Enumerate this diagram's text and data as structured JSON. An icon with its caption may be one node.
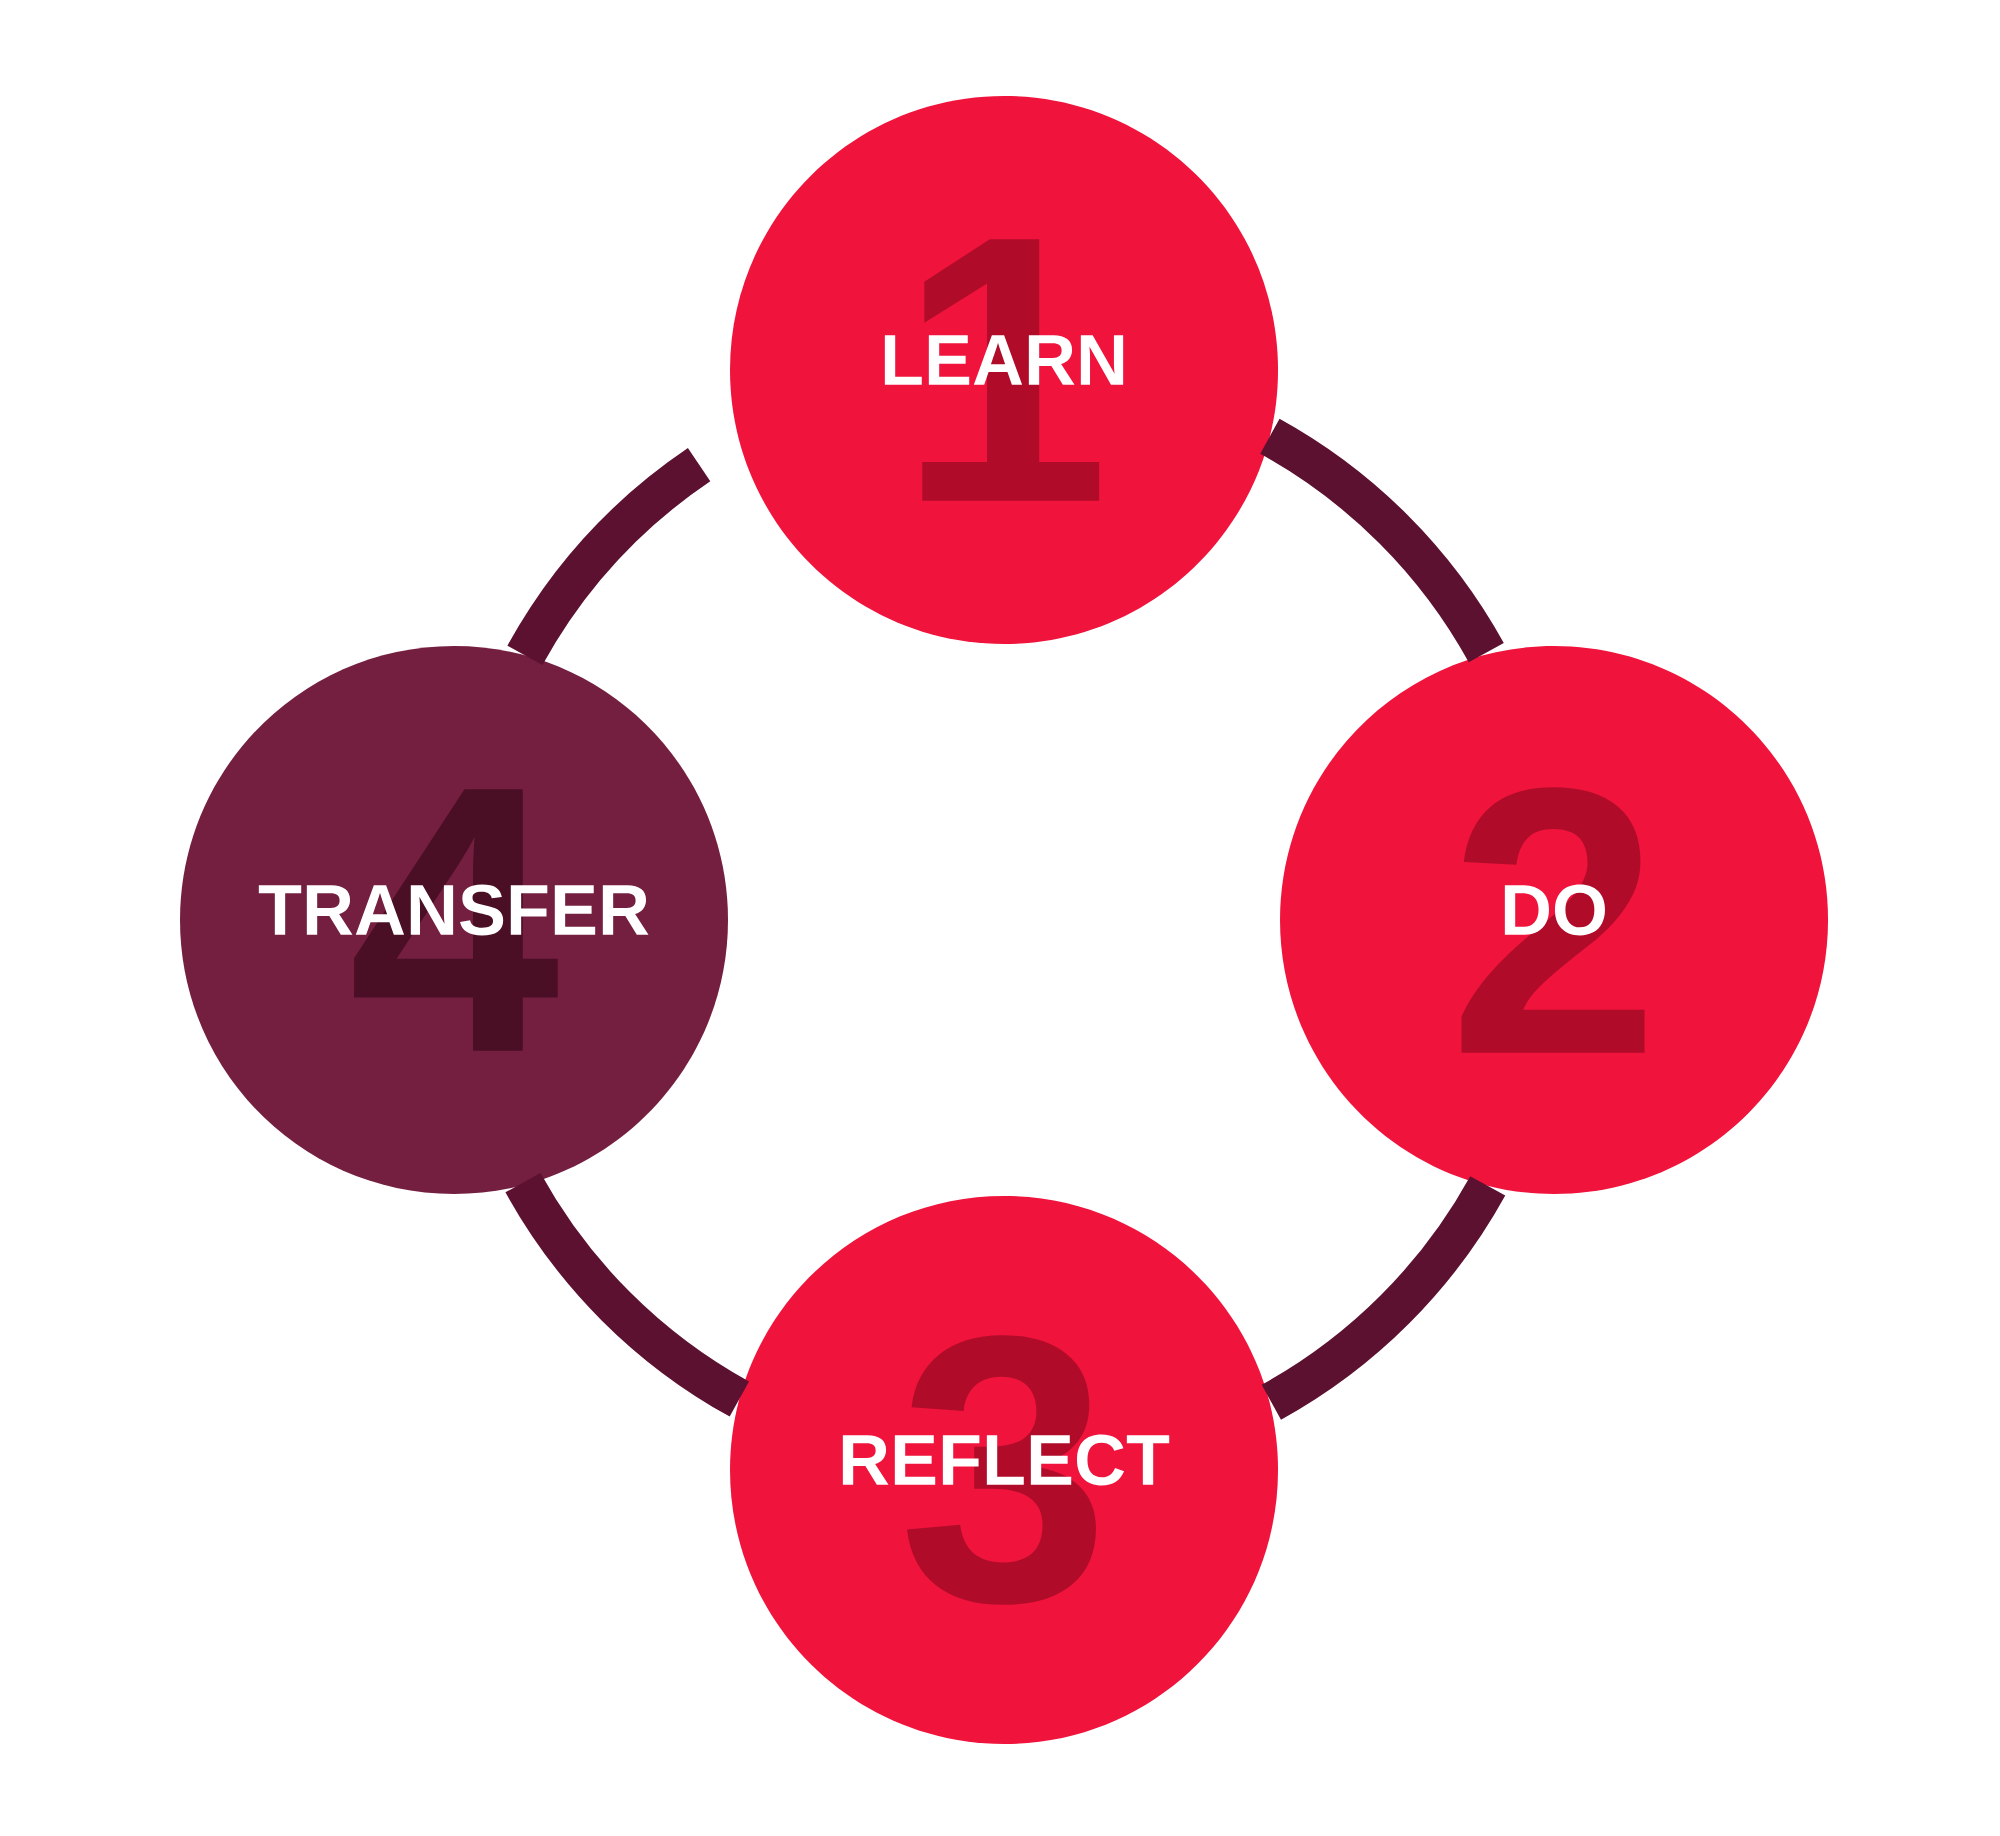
{
  "diagram": {
    "nodes": [
      {
        "text": [
          "1",
          "LEARN"
        ]
      },
      {
        "text": [
          "2",
          "DO"
        ]
      },
      {
        "text": [
          "3",
          "REFLECT"
        ]
      },
      {
        "text": [
          "4",
          "TRANSFER"
        ]
      }
    ],
    "edges": [
      {
        "from": 0,
        "to": 1,
        "arrow": "none"
      },
      {
        "from": 1,
        "to": 2,
        "arrow": "none"
      },
      {
        "from": 2,
        "to": 3,
        "arrow": "none"
      },
      {
        "from": 3,
        "to": null,
        "arrow": "none"
      }
    ]
  }
}
